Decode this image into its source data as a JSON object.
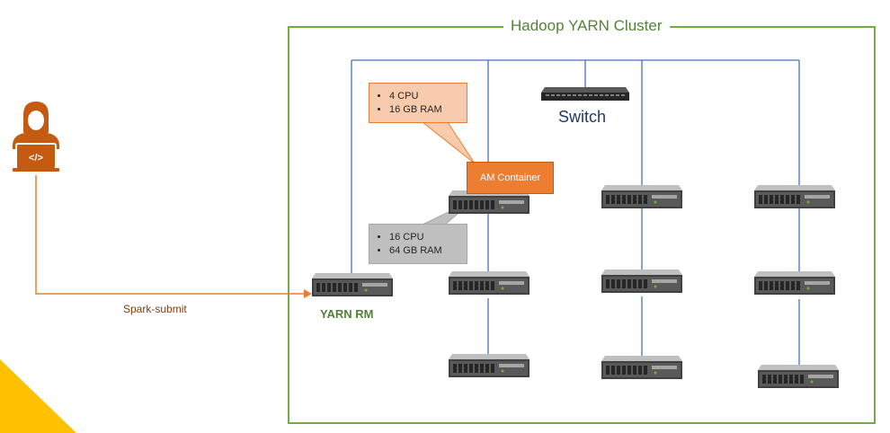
{
  "cluster": {
    "title": "Hadoop YARN Cluster"
  },
  "switch": {
    "label": "Switch"
  },
  "resource_manager": {
    "label": "YARN RM"
  },
  "submit": {
    "label": "Spark-submit"
  },
  "am_container": {
    "label": "AM Container"
  },
  "am_spec": {
    "items": [
      "4 CPU",
      "16 GB RAM"
    ]
  },
  "node_spec": {
    "items": [
      "16 CPU",
      "64 GB RAM"
    ]
  },
  "colors": {
    "cluster_border": "#70ad47",
    "network_line": "#4472c4",
    "submit_arrow": "#ed7d31",
    "am_callout": "#f8cbad",
    "node_callout": "#bfbfbf",
    "am_box": "#ed7d31",
    "developer_icon": "#c55a11",
    "corner_accent": "#ffc000"
  },
  "icons": [
    "developer-laptop-icon",
    "network-switch-icon",
    "rack-server-icon"
  ]
}
